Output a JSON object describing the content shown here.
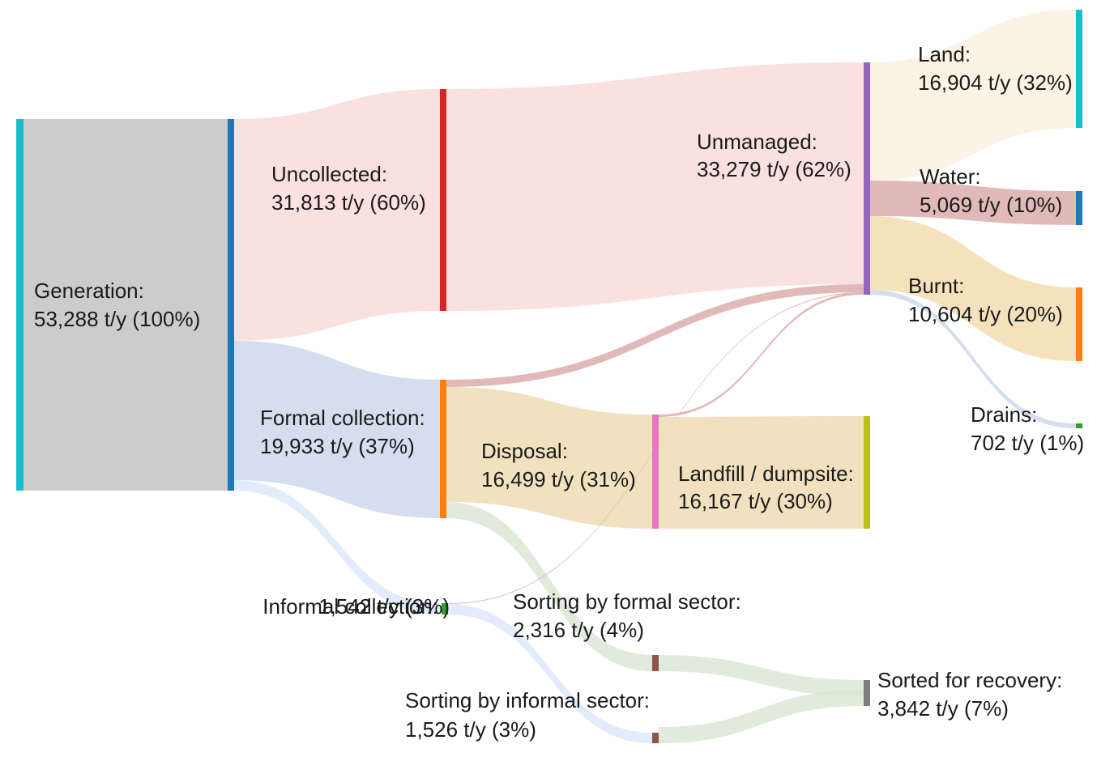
{
  "diagram": {
    "type": "sankey",
    "unit": "t/y",
    "nodes": [
      {
        "id": "generation",
        "name": "Generation:",
        "value": "53,288 t/y (100%)",
        "color": "#17becf"
      },
      {
        "id": "uncollected",
        "name": "Uncollected:",
        "value": "31,813 t/y (60%)",
        "color": "#d62728"
      },
      {
        "id": "formal",
        "name": "Formal collection:",
        "value": "19,933 t/y (37%)",
        "color": "#ff7f0e"
      },
      {
        "id": "informal",
        "name": "Informal collection:",
        "value": "1,542 t/y (3%)",
        "color": "#2ca02c"
      },
      {
        "id": "unmanaged",
        "name": "Unmanaged:",
        "value": "33,279 t/y (62%)",
        "color": "#9467bd"
      },
      {
        "id": "disposal",
        "name": "Disposal:",
        "value": "16,499 t/y (31%)",
        "color": "#e377c2"
      },
      {
        "id": "sorting_formal",
        "name": "Sorting by formal sector:",
        "value": "2,316 t/y (4%)",
        "color": "#8c564b"
      },
      {
        "id": "sorting_informal",
        "name": "Sorting by informal sector:",
        "value": "1,526 t/y (3%)",
        "color": "#8c564b"
      },
      {
        "id": "land",
        "name": "Land:",
        "value": "16,904 t/y (32%)",
        "color": "#17becf"
      },
      {
        "id": "water",
        "name": "Water:",
        "value": "5,069 t/y (10%)",
        "color": "#1f77b4"
      },
      {
        "id": "burnt",
        "name": "Burnt:",
        "value": "10,604 t/y (20%)",
        "color": "#ff7f0e"
      },
      {
        "id": "drains",
        "name": "Drains:",
        "value": "702 t/y (1%)",
        "color": "#2ca02c"
      },
      {
        "id": "landfill",
        "name": "Landfill / dumpsite:",
        "value": "16,167 t/y (30%)",
        "color": "#bcbd22"
      },
      {
        "id": "sorted",
        "name": "Sorted for recovery:",
        "value": "3,842 t/y (7%)",
        "color": "#7f7f7f"
      }
    ],
    "links": [
      {
        "source": "generation",
        "target": "uncollected",
        "value": 31813,
        "color": "#fadadb"
      },
      {
        "source": "generation",
        "target": "formal",
        "value": 19933,
        "color": "#cdd8ec"
      },
      {
        "source": "generation",
        "target": "informal",
        "value": 1542,
        "color": "#dde9fb"
      },
      {
        "source": "uncollected",
        "target": "unmanaged",
        "value": 31813,
        "color": "#fadadb"
      },
      {
        "source": "formal",
        "target": "unmanaged",
        "value": 1100,
        "color": "#dcadad"
      },
      {
        "source": "formal",
        "target": "disposal",
        "value": 16499,
        "color": "#eedcb4"
      },
      {
        "source": "formal",
        "target": "sorting_formal",
        "value": 2316,
        "color": "#dbe8d5"
      },
      {
        "source": "informal",
        "target": "unmanaged",
        "value": 16,
        "color": "#e3aaaa"
      },
      {
        "source": "informal",
        "target": "sorting_informal",
        "value": 1526,
        "color": "#dde9fb"
      },
      {
        "source": "disposal",
        "target": "unmanaged",
        "value": 332,
        "color": "#e3aaaa"
      },
      {
        "source": "disposal",
        "target": "landfill",
        "value": 16167,
        "color": "#eedcb4"
      },
      {
        "source": "unmanaged",
        "target": "land",
        "value": 16904,
        "color": "#fcf0e2"
      },
      {
        "source": "unmanaged",
        "target": "water",
        "value": 5069,
        "color": "#dcadad"
      },
      {
        "source": "unmanaged",
        "target": "burnt",
        "value": 10604,
        "color": "#f3ddb2"
      },
      {
        "source": "unmanaged",
        "target": "drains",
        "value": 702,
        "color": "#cdd8ec"
      },
      {
        "source": "sorting_formal",
        "target": "sorted",
        "value": 2316,
        "color": "#dbe8d5"
      },
      {
        "source": "sorting_informal",
        "target": "sorted",
        "value": 1526,
        "color": "#dbe8d5"
      }
    ]
  }
}
